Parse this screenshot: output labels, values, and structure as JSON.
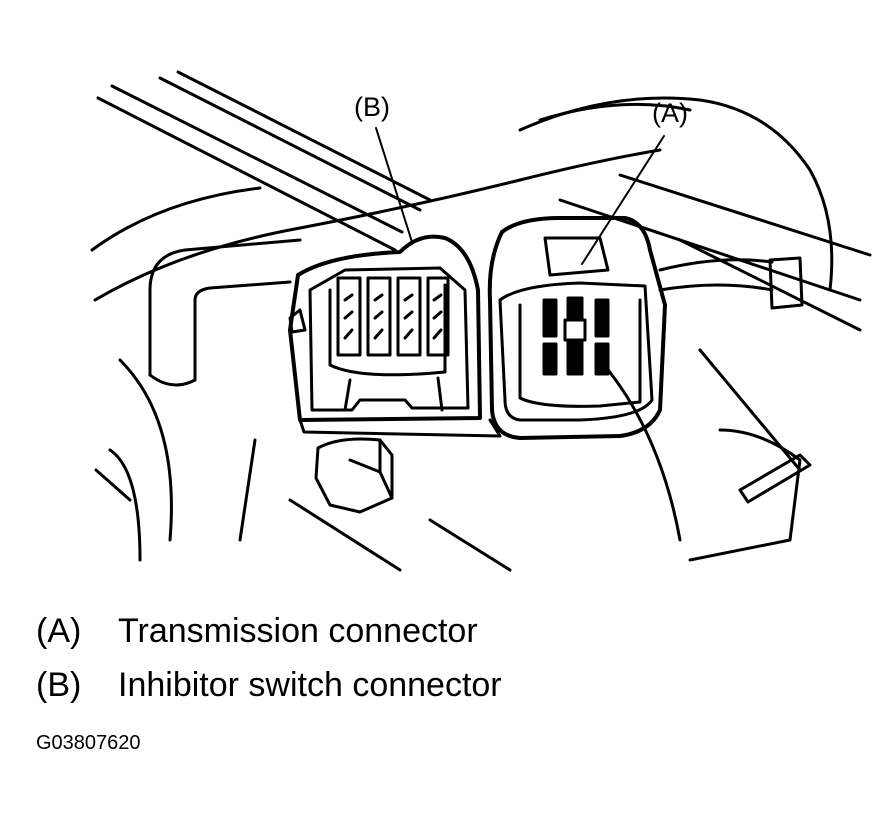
{
  "callouts": {
    "b": "(B)",
    "a": "(A)"
  },
  "legend": [
    {
      "key": "(A)",
      "text": "Transmission connector"
    },
    {
      "key": "(B)",
      "text": "Inhibitor switch connector"
    }
  ],
  "figure_code": "G03807620"
}
